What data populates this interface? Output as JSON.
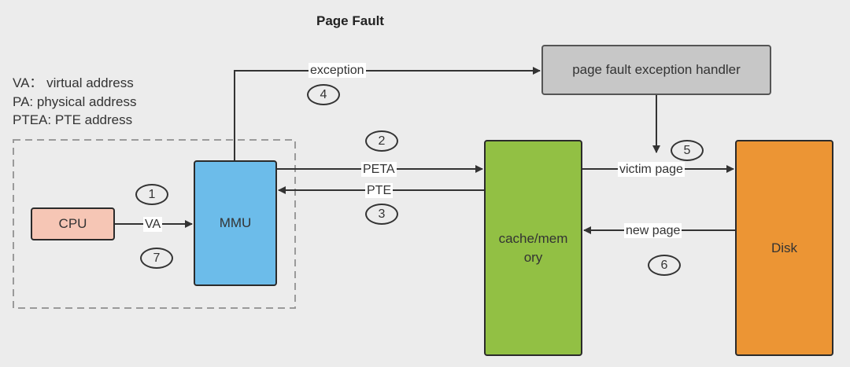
{
  "title": "Page Fault",
  "legend": [
    "VA： virtual address",
    "PA: physical address",
    "PTEA: PTE address"
  ],
  "boxes": {
    "cpu": "CPU",
    "mmu": "MMU",
    "memory": "cache/memory",
    "disk": "Disk",
    "handler": "page fault exception handler"
  },
  "labels": {
    "exception": "exception",
    "peta": "PETA",
    "pte": "PTE",
    "va": "VA",
    "victim_page": "victim page",
    "new_page": "new page"
  },
  "steps": [
    "1",
    "2",
    "3",
    "4",
    "5",
    "6",
    "7"
  ],
  "colors": {
    "cpu": "#f6c6b5",
    "mmu": "#6cbcea",
    "memory": "#92c044",
    "disk": "#ec9534",
    "handler": "#c7c7c7"
  }
}
